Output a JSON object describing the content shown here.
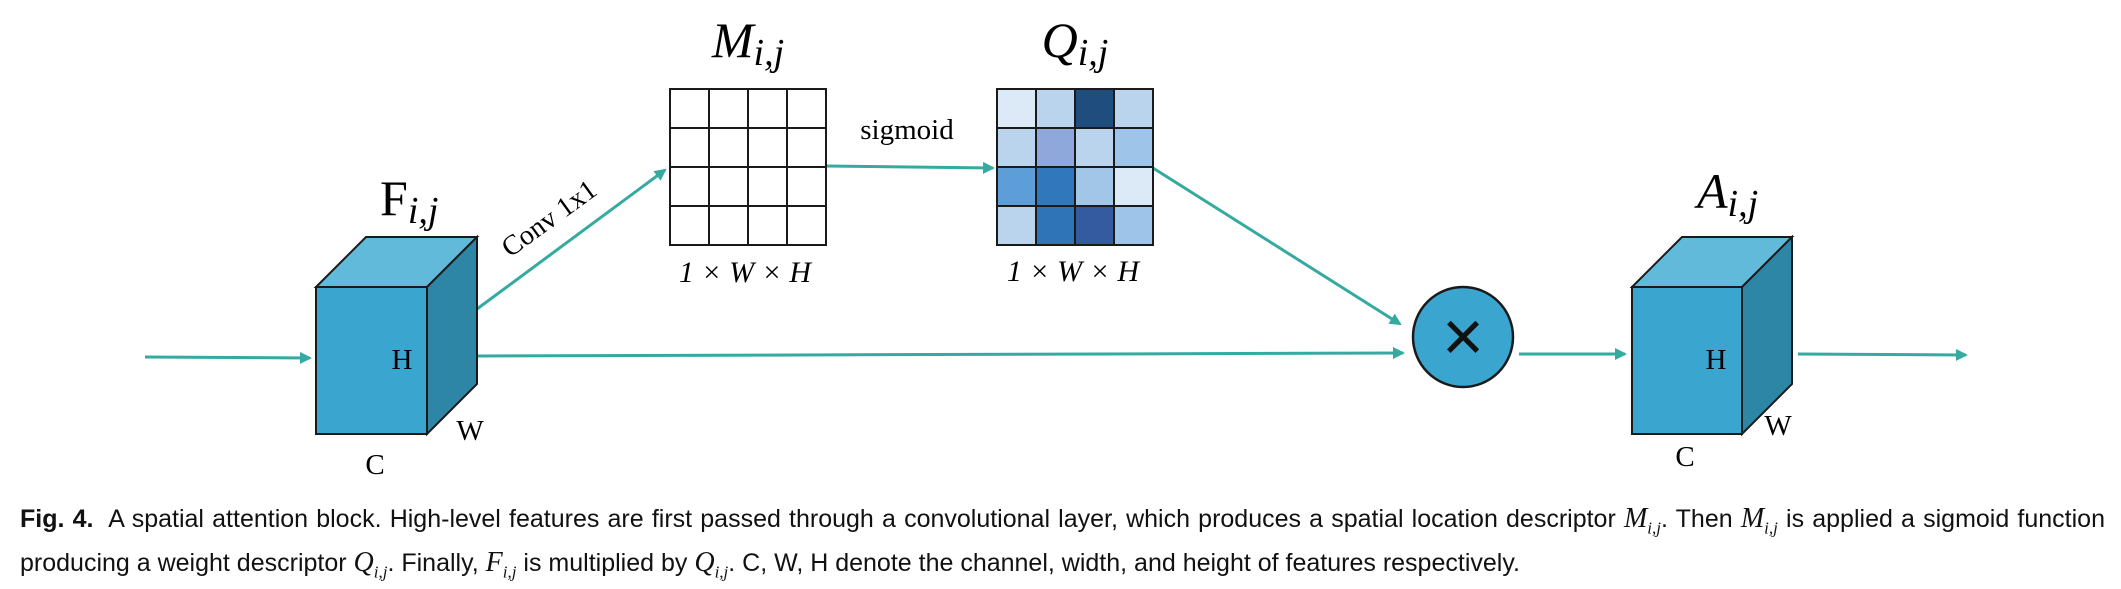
{
  "diagram": {
    "input_feature": {
      "name": "F",
      "subscript": "i,j",
      "height_label": "H",
      "width_label": "W",
      "channel_label": "C"
    },
    "location_descriptor": {
      "name": "M",
      "subscript": "i,j",
      "shape": "1 × W × H"
    },
    "weight_descriptor": {
      "name": "Q",
      "subscript": "i,j",
      "shape": "1 × W × H"
    },
    "output_feature": {
      "name": "A",
      "subscript": "i,j",
      "height_label": "H",
      "width_label": "W",
      "channel_label": "C"
    },
    "conv_label": "Conv 1x1",
    "sigmoid_label": "sigmoid",
    "multiply_symbol": "×",
    "colors": {
      "arrow": "#35aaa0",
      "cube_front": "#3aa6cf",
      "cube_top": "#62bada",
      "cube_side": "#2d86a6",
      "multiply_fill": "#3aa6cf"
    },
    "heatmap": [
      [
        "#dce9f6",
        "#bad4ee",
        "#1f4e7e",
        "#bad4ee"
      ],
      [
        "#bad4ee",
        "#8ea8dc",
        "#bad4ee",
        "#9ec4e9"
      ],
      [
        "#5d9ed8",
        "#3177bb",
        "#a2c6e8",
        "#dce9f6"
      ],
      [
        "#bad4ee",
        "#2e74b7",
        "#345a9f",
        "#9ec4e9"
      ]
    ]
  },
  "caption": {
    "label": "Fig. 4.",
    "t1": "A spatial attention block. High-level features are first passed through a convolutional layer, which produces a spatial location descriptor",
    "m1": "M",
    "m1s": "i,j",
    "t2": ". Then",
    "m2": "M",
    "m2s": "i,j",
    "t3": "is applied a sigmoid function producing a weight descriptor",
    "q1": "Q",
    "q1s": "i,j",
    "t4": ". Finally,",
    "f1": "F",
    "f1s": "i,j",
    "t5": "is multiplied by",
    "q2": "Q",
    "q2s": "i,j",
    "t6": ". C, W, H denote the channel, width, and height of features respectively."
  }
}
